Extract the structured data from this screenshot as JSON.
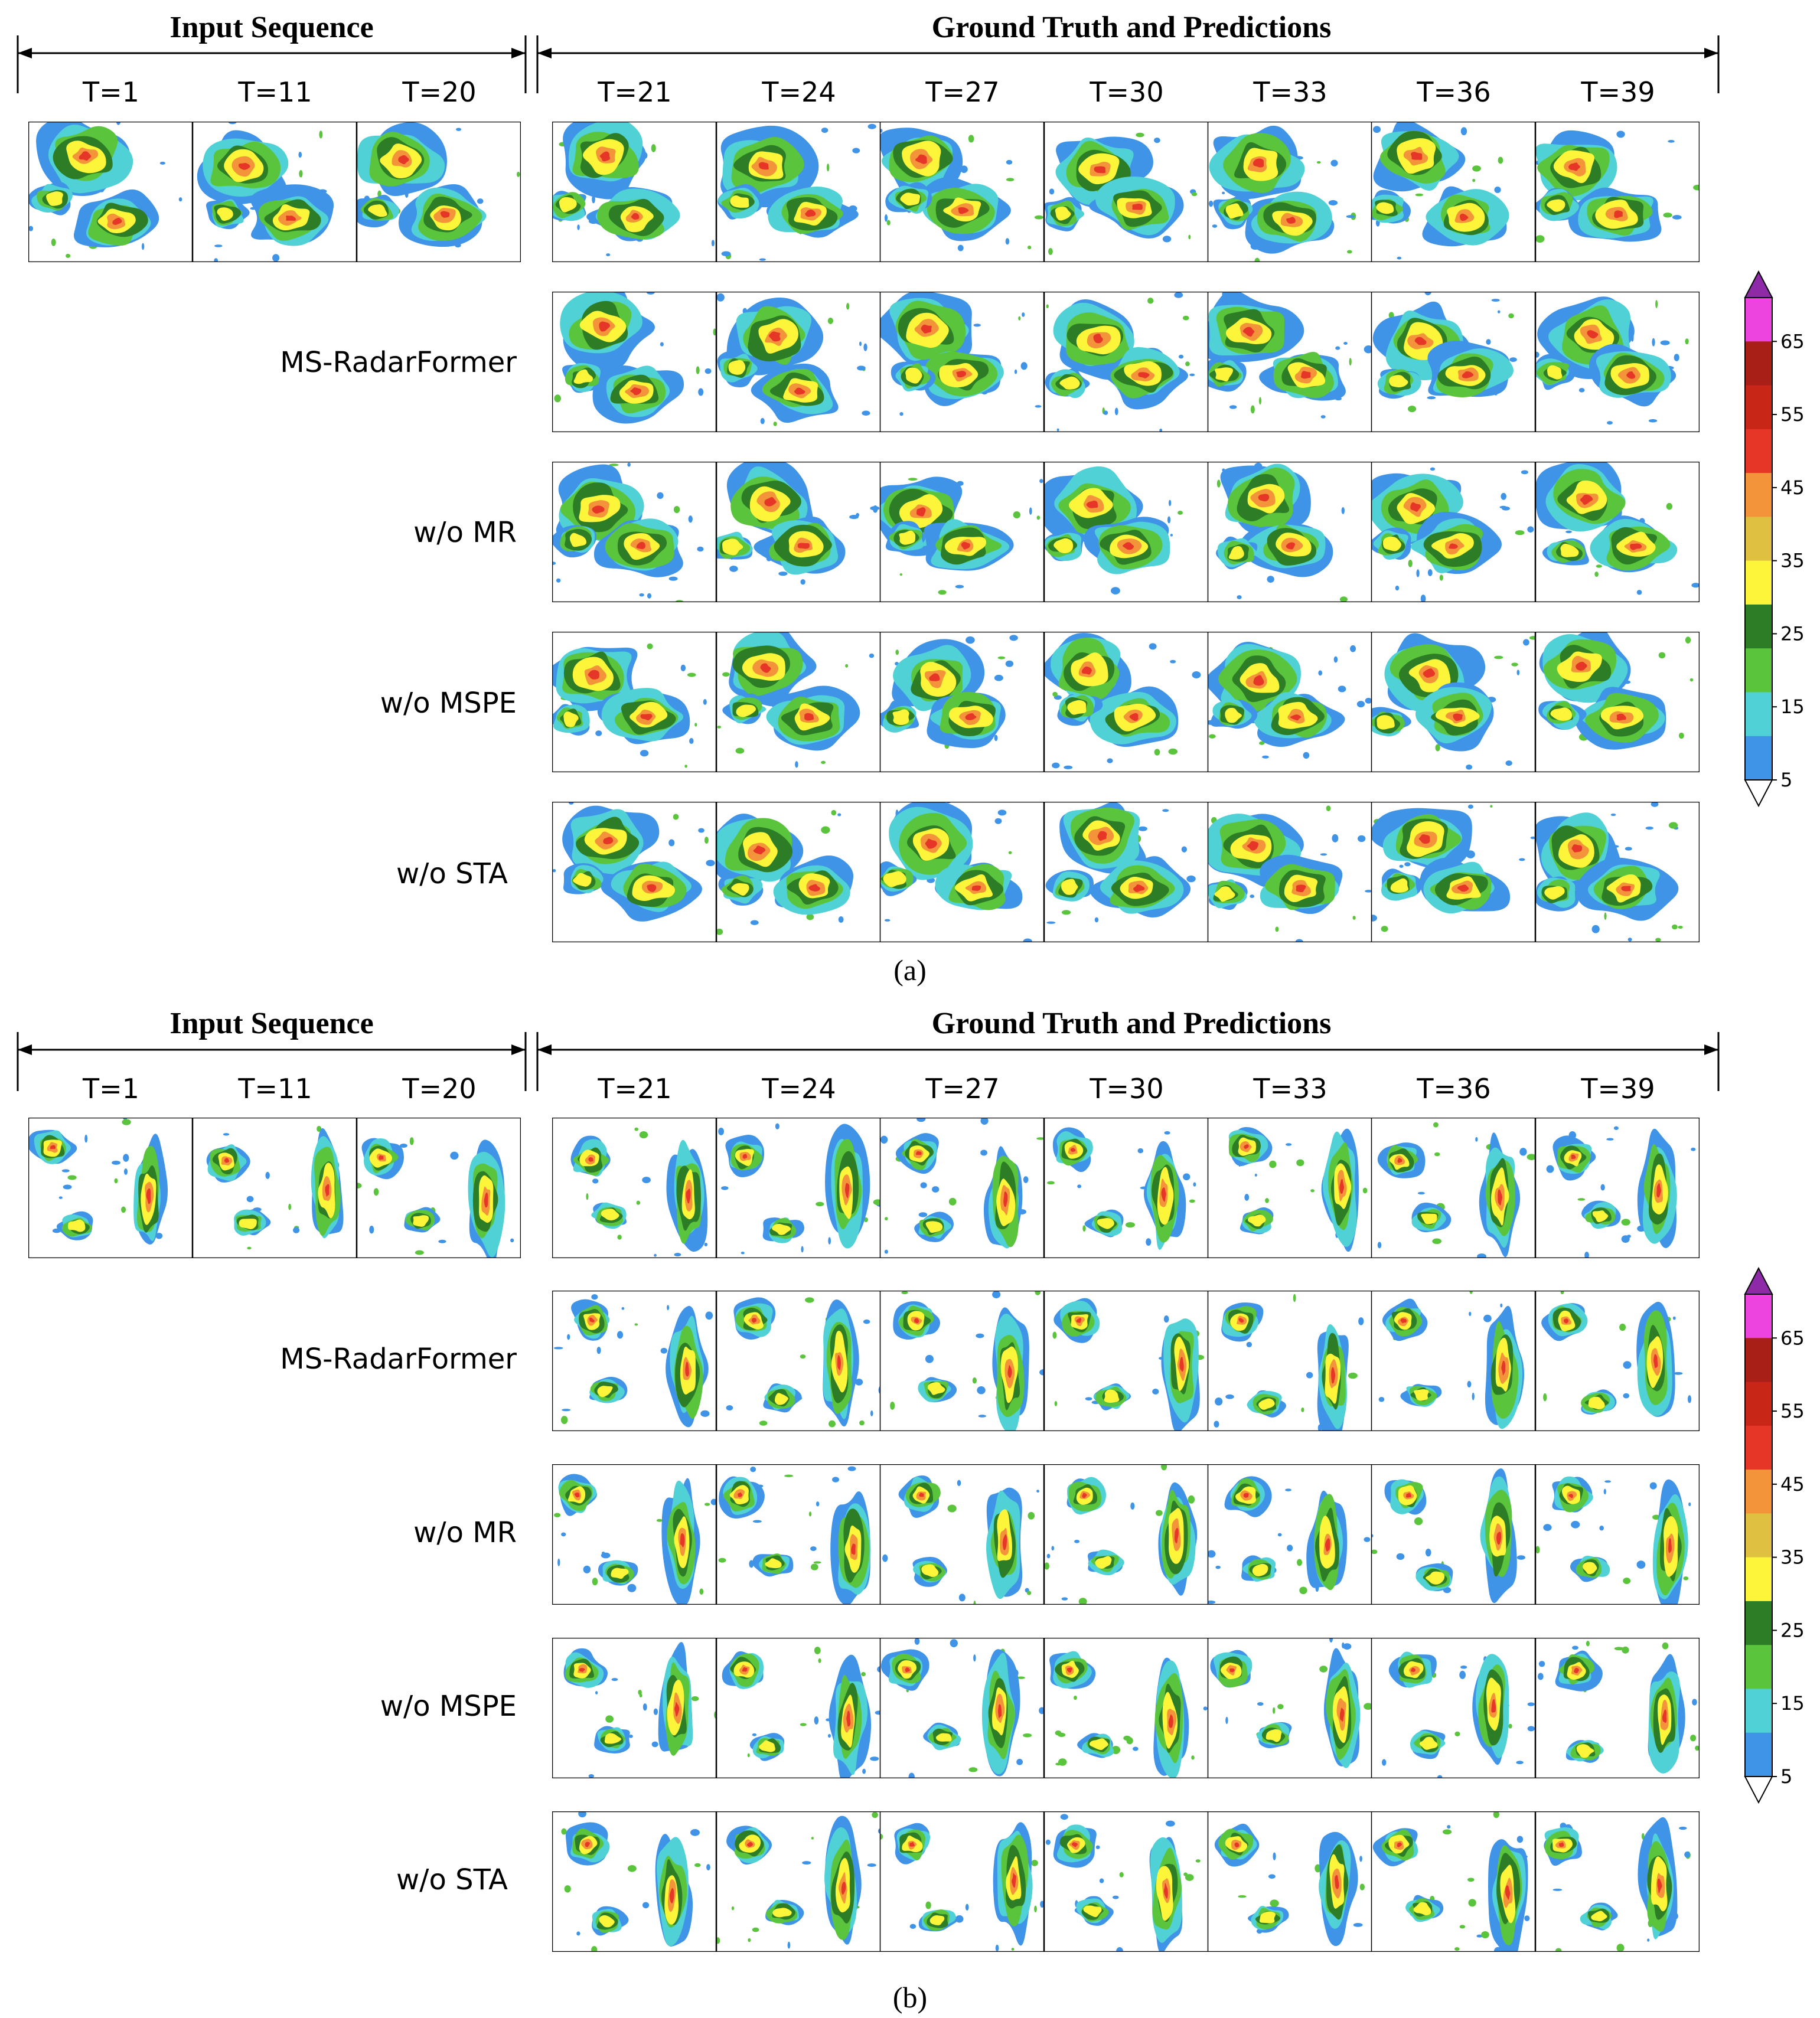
{
  "panels": [
    {
      "label": "(a)",
      "input_header": "Input Sequence",
      "output_header": "Ground Truth and Predictions",
      "input_times": [
        "T=1",
        "T=11",
        "T=20"
      ],
      "output_times": [
        "T=21",
        "T=24",
        "T=27",
        "T=30",
        "T=33",
        "T=36",
        "T=39"
      ],
      "rows": [
        "MS-RadarFormer",
        "w/o MR",
        "w/o MSPE",
        "w/o STA"
      ]
    },
    {
      "label": "(b)",
      "input_header": "Input Sequence",
      "output_header": "Ground Truth and Predictions",
      "input_times": [
        "T=1",
        "T=11",
        "T=20"
      ],
      "output_times": [
        "T=21",
        "T=24",
        "T=27",
        "T=30",
        "T=33",
        "T=36",
        "T=39"
      ],
      "rows": [
        "MS-RadarFormer",
        "w/o MR",
        "w/o MSPE",
        "w/o STA"
      ]
    }
  ],
  "colorbar": {
    "tick_labels": [
      "5",
      "15",
      "25",
      "35",
      "45",
      "55",
      "65"
    ],
    "colors": [
      "#ffffff",
      "#3f94e8",
      "#4fd1d6",
      "#5ac43c",
      "#2d7d26",
      "#fdf53a",
      "#e0c040",
      "#f3933a",
      "#e63627",
      "#c82718",
      "#a81f17",
      "#ee44df",
      "#8e29a8"
    ]
  }
}
